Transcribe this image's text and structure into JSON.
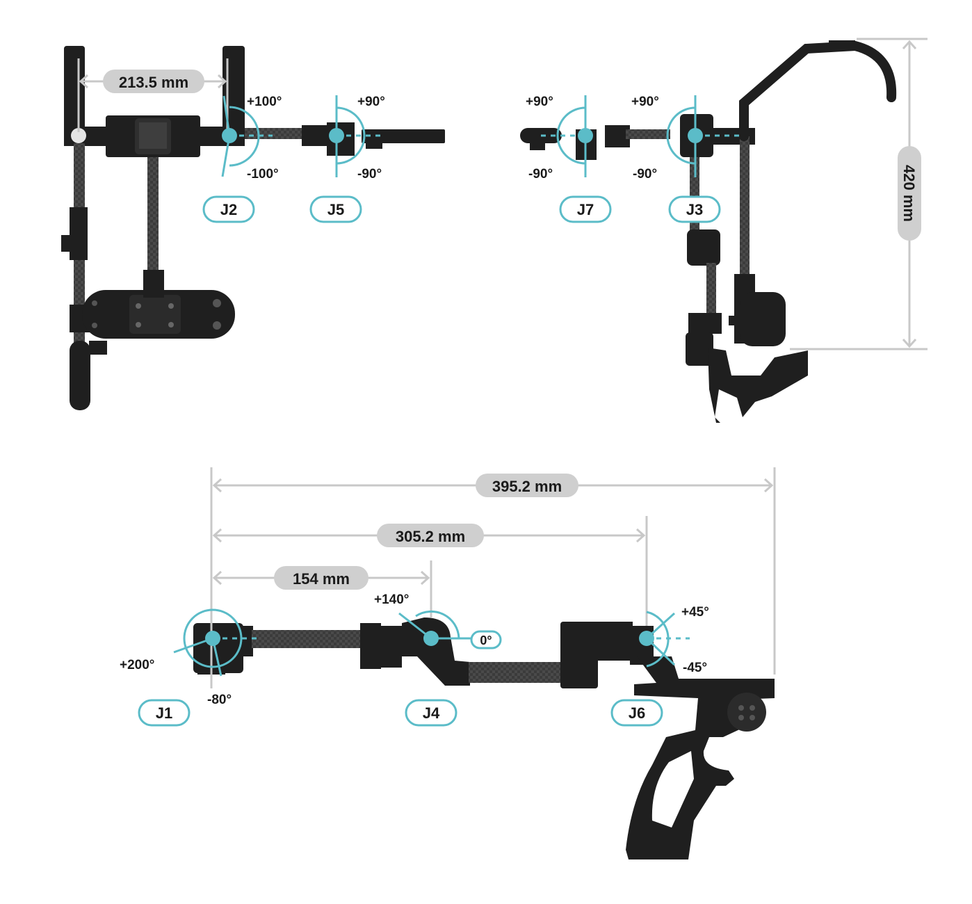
{
  "dimensions": {
    "shoulder_width": "213.5 mm",
    "height": "420 mm",
    "total_length": "395.2 mm",
    "to_j6": "305.2 mm",
    "to_j4": "154 mm"
  },
  "joints": {
    "j1": {
      "label": "J1",
      "max": "+200°",
      "min": "-80°"
    },
    "j2": {
      "label": "J2",
      "max": "+100°",
      "min": "-100°"
    },
    "j3": {
      "label": "J3",
      "max": "+90°",
      "min": "-90°"
    },
    "j4": {
      "label": "J4",
      "max": "+140°",
      "min": "0°"
    },
    "j5": {
      "label": "J5",
      "max": "+90°",
      "min": "-90°"
    },
    "j6": {
      "label": "J6",
      "max": "+45°",
      "min": "-45°"
    },
    "j7": {
      "label": "J7",
      "max": "+90°",
      "min": "-90°"
    }
  },
  "colors": {
    "accent": "#5bbcc8",
    "dimension_line": "#c8c8c8",
    "dimension_pill": "#cfcfcf",
    "hardware": "#1f1f1f"
  }
}
